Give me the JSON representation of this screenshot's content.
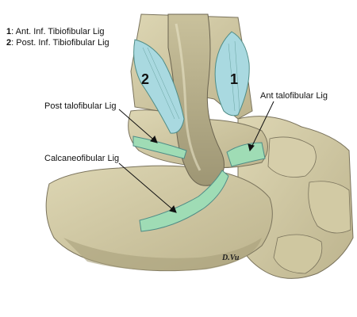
{
  "legend": [
    {
      "number": "1",
      "text": ": Ant. Inf. Tibiofibular Lig"
    },
    {
      "number": "2",
      "text": ": Post. Inf. Tibiofibular Lig"
    }
  ],
  "labels": {
    "post_talofibular": "Post talofibular Lig",
    "ant_talofibular": "Ant talofibular Lig",
    "calcaneofibular": "Calcaneofibular Lig"
  },
  "ligament_numbers": {
    "one": "1",
    "two": "2"
  },
  "signature": "D.Vu",
  "colors": {
    "bone": "#cfc7a2",
    "bone_shadow": "#a39b78",
    "bone_outline": "#6b6450",
    "ligament_blue": "#a9d9e0",
    "ligament_green": "#9fdcb5",
    "ligament_stroke": "#4f8c86"
  }
}
